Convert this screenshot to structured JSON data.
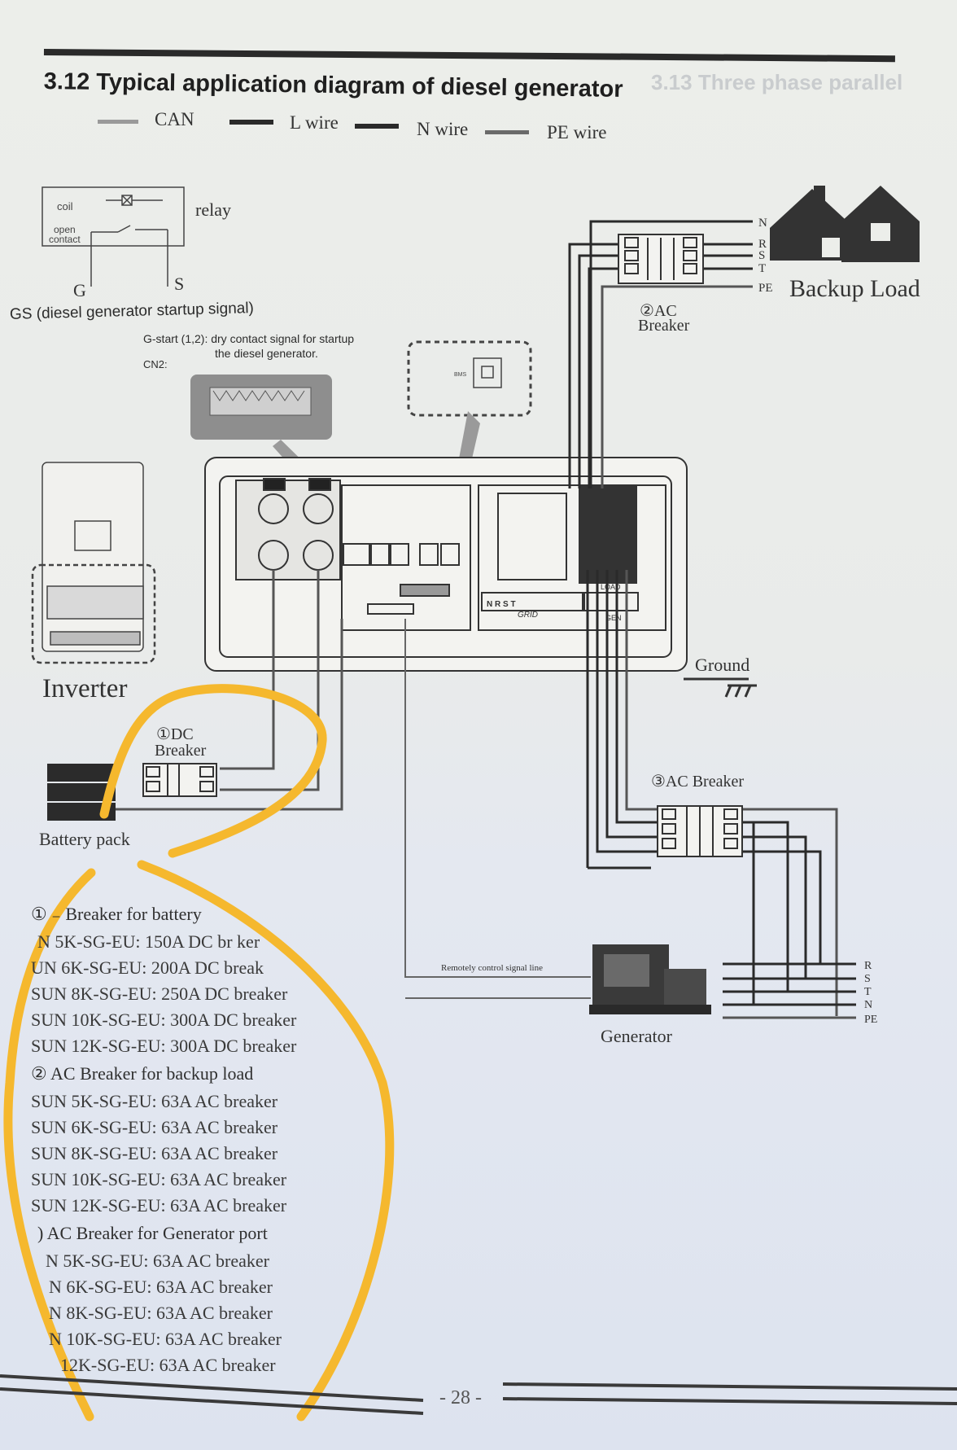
{
  "section_title": "3.12 Typical  application diagram of diesel generator",
  "legend": [
    {
      "label": "CAN",
      "color": "#8a8a8a"
    },
    {
      "label": "L wire",
      "color": "#2a2a2a"
    },
    {
      "label": "N wire",
      "color": "#2a2a2a"
    },
    {
      "label": "PE wire",
      "color": "#6a6a6a"
    }
  ],
  "relay": {
    "coil": "coil",
    "open_contact_1": "open",
    "open_contact_2": "contact",
    "label": "relay",
    "g": "G",
    "s": "S"
  },
  "gs_signal": "GS (diesel generator startup signal)",
  "gstart_1": "G-start (1,2): dry contact signal for startup",
  "gstart_2": "the diesel generator.",
  "cn2": "CN2:",
  "bms": "BMS",
  "inverter_label": "Inverter",
  "dc_breaker_1": "①DC",
  "dc_breaker_2": "Breaker",
  "battery_label": "Battery pack",
  "ac_breaker2_1": "②AC",
  "ac_breaker2_2": "Breaker",
  "backup_load": "Backup Load",
  "backup_lines": [
    "N",
    "R",
    "S",
    "T",
    "PE"
  ],
  "ground": "Ground",
  "ac_breaker3": "③AC Breaker",
  "generator": "Generator",
  "remote_signal": "Remotely control signal line",
  "gen_lines": [
    "R",
    "S",
    "T",
    "N",
    "PE"
  ],
  "grid_terminals": "N  R  S  T",
  "grid_label": "GRID",
  "load_label": "LOAD",
  "gen_label": "GEN",
  "spec_sections": [
    {
      "title": "① ₋ Breaker for battery",
      "items": [
        "N 5K-SG-EU:  150A DC br    ker",
        "UN 6K-SG-EU:  200A DC break",
        "SUN 8K-SG-EU:  250A DC breaker",
        "SUN 10K-SG-EU: 300A DC breaker",
        "SUN 12K-SG-EU: 300A DC breaker"
      ]
    },
    {
      "title": "② AC Breaker for  backup load",
      "items": [
        "SUN 5K-SG-EU: 63A AC breaker",
        "SUN 6K-SG-EU: 63A AC breaker",
        "SUN 8K-SG-EU: 63A AC breaker",
        "SUN 10K-SG-EU: 63A AC breaker",
        "SUN 12K-SG-EU: 63A AC breaker"
      ]
    },
    {
      "title": ") AC Breaker for Generator port",
      "items": [
        "N 5K-SG-EU: 63A AC breaker",
        "N 6K-SG-EU: 63A AC breaker",
        "N 8K-SG-EU: 63A AC breaker",
        "N 10K-SG-EU: 63A AC breaker",
        "12K-SG-EU: 63A AC breaker"
      ]
    }
  ],
  "page_number": "- 28 -",
  "ghost_text": "3.13 Three phase parallel",
  "annotation_color": "#f5b82e"
}
